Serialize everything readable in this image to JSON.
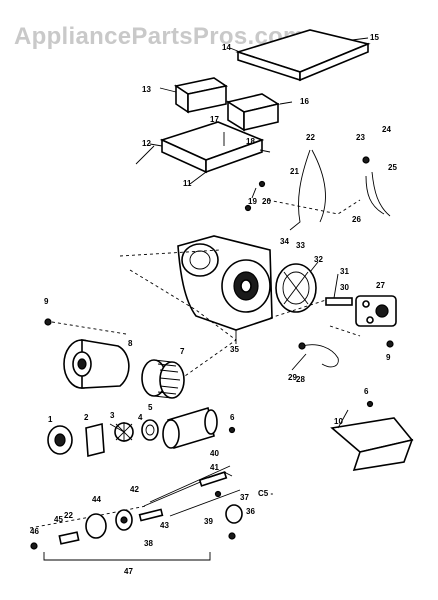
{
  "watermark": "AppliancePartsPros.com",
  "footer_note": "C5 -",
  "part_labels": [
    "1",
    "2",
    "3",
    "4",
    "5",
    "6",
    "6",
    "7",
    "8",
    "9",
    "9",
    "10",
    "11",
    "12",
    "13",
    "14",
    "15",
    "16",
    "17",
    "18",
    "19",
    "20",
    "21",
    "22",
    "22",
    "23",
    "24",
    "25",
    "26",
    "27",
    "28",
    "29",
    "30",
    "31",
    "32",
    "33",
    "34",
    "35",
    "36",
    "37",
    "38",
    "39",
    "40",
    "41",
    "42",
    "43",
    "44",
    "45",
    "46",
    "47"
  ]
}
